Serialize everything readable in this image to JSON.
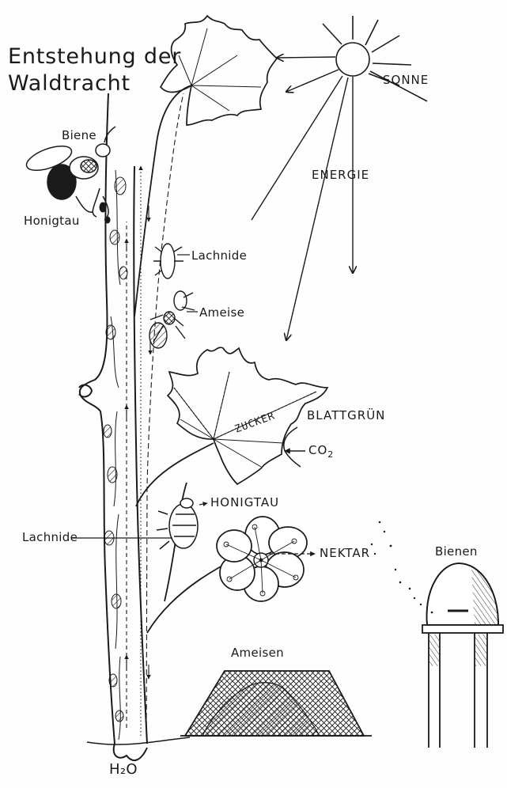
{
  "title": {
    "line1": "Entstehung der",
    "line2": "Waldtracht"
  },
  "labels": {
    "sonne": "SONNE",
    "energie": "ENERGIE",
    "biene": "Biene",
    "honigtau_top": "Honigtau",
    "lachnide_upper": "Lachnide",
    "ameise": "Ameise",
    "zucker": "ZUCKER",
    "blattgruen": "BLATTGRÜN",
    "co2": "CO",
    "co2_sub": "2",
    "honigtau_lower": "HONIGTAU",
    "lachnide_lower": "Lachnide",
    "nektar": "NEKTAR",
    "bienen": "Bienen",
    "ameisen": "Ameisen",
    "h2o": "H₂O"
  },
  "colors": {
    "ink": "#1a1a1a",
    "paper": "#fefefe"
  }
}
